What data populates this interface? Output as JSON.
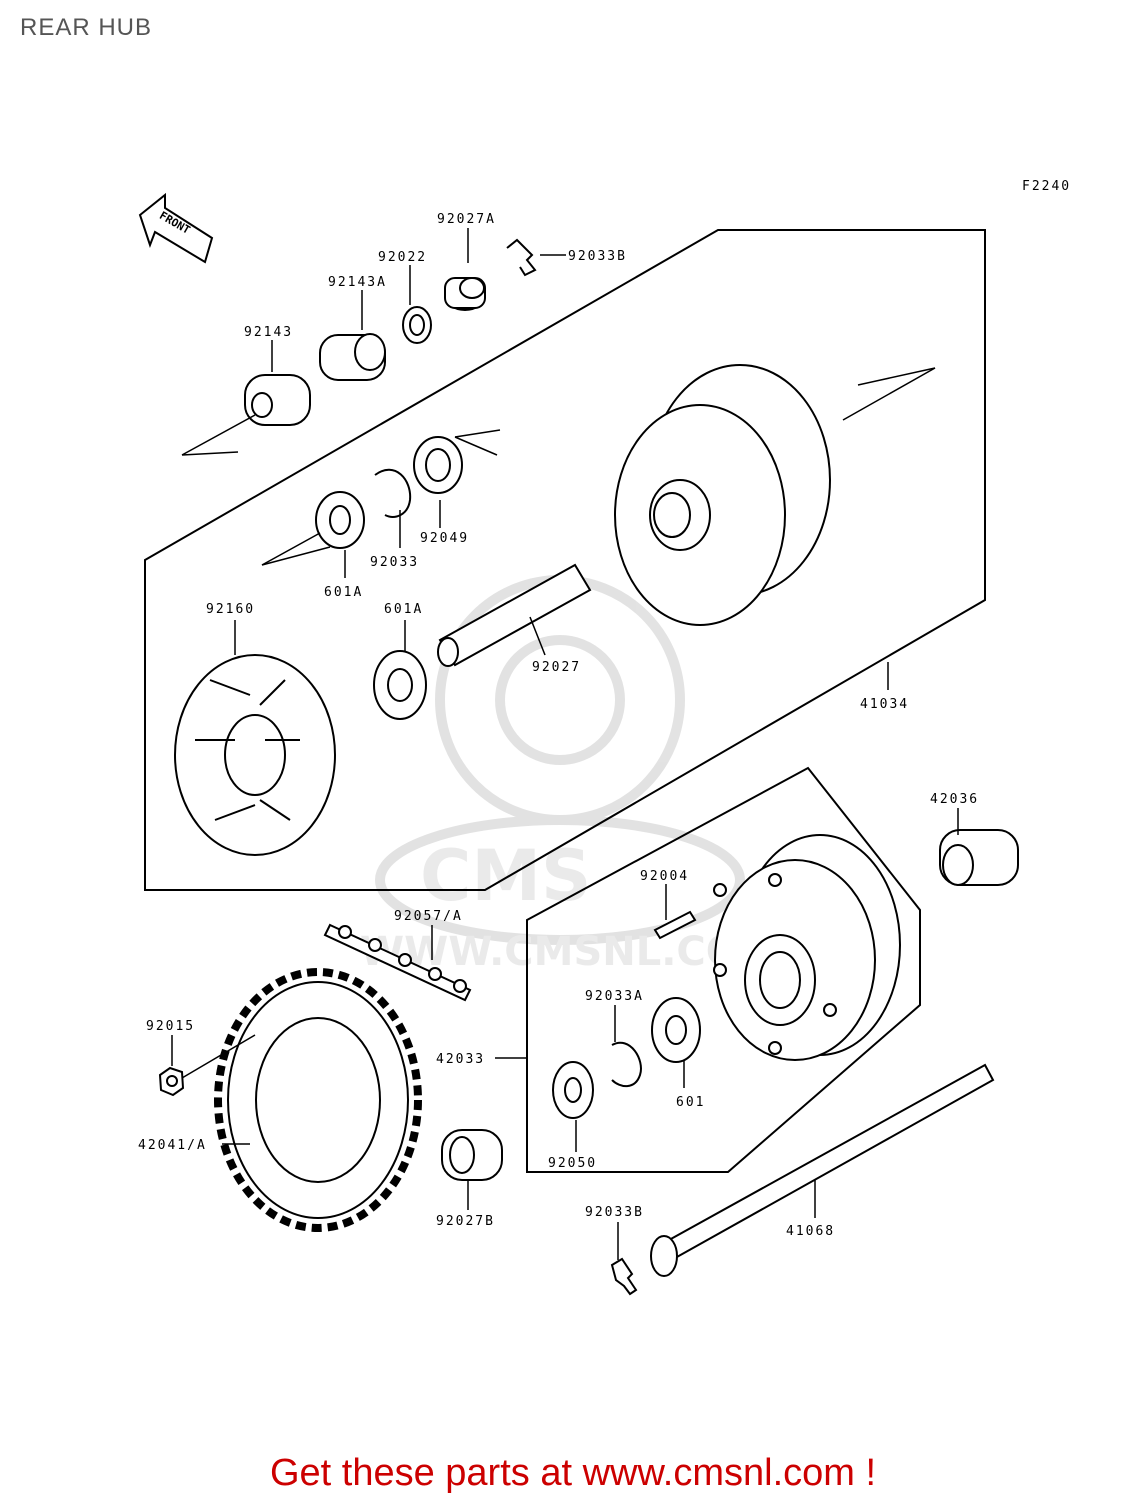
{
  "page": {
    "title": "REAR HUB",
    "figure_code": "F2240",
    "front_label": "FRONT"
  },
  "parts": {
    "p92027A": "92027A",
    "p92033B_top": "92033B",
    "p92022": "92022",
    "p92143A": "92143A",
    "p92143": "92143",
    "p92049": "92049",
    "p92033": "92033",
    "p601A_top": "601A",
    "p92160": "92160",
    "p601A": "601A",
    "p92027": "92027",
    "p41034": "41034",
    "p42036": "42036",
    "p92004": "92004",
    "p92057A": "92057/A",
    "p92015": "92015",
    "p92033A": "92033A",
    "p42033": "42033",
    "p601": "601",
    "p42041A": "42041/A",
    "p92050": "92050",
    "p92027B": "92027B",
    "p92033B_bot": "92033B",
    "p41068": "41068"
  },
  "watermark": {
    "text": "WWW.CMSNL.COM",
    "logo": "CMS"
  },
  "footer": {
    "text": "Get these parts at www.cmsnl.com !"
  },
  "colors": {
    "lines": "#000000",
    "footer": "#cc0000",
    "watermark": "#d9d9d9"
  }
}
